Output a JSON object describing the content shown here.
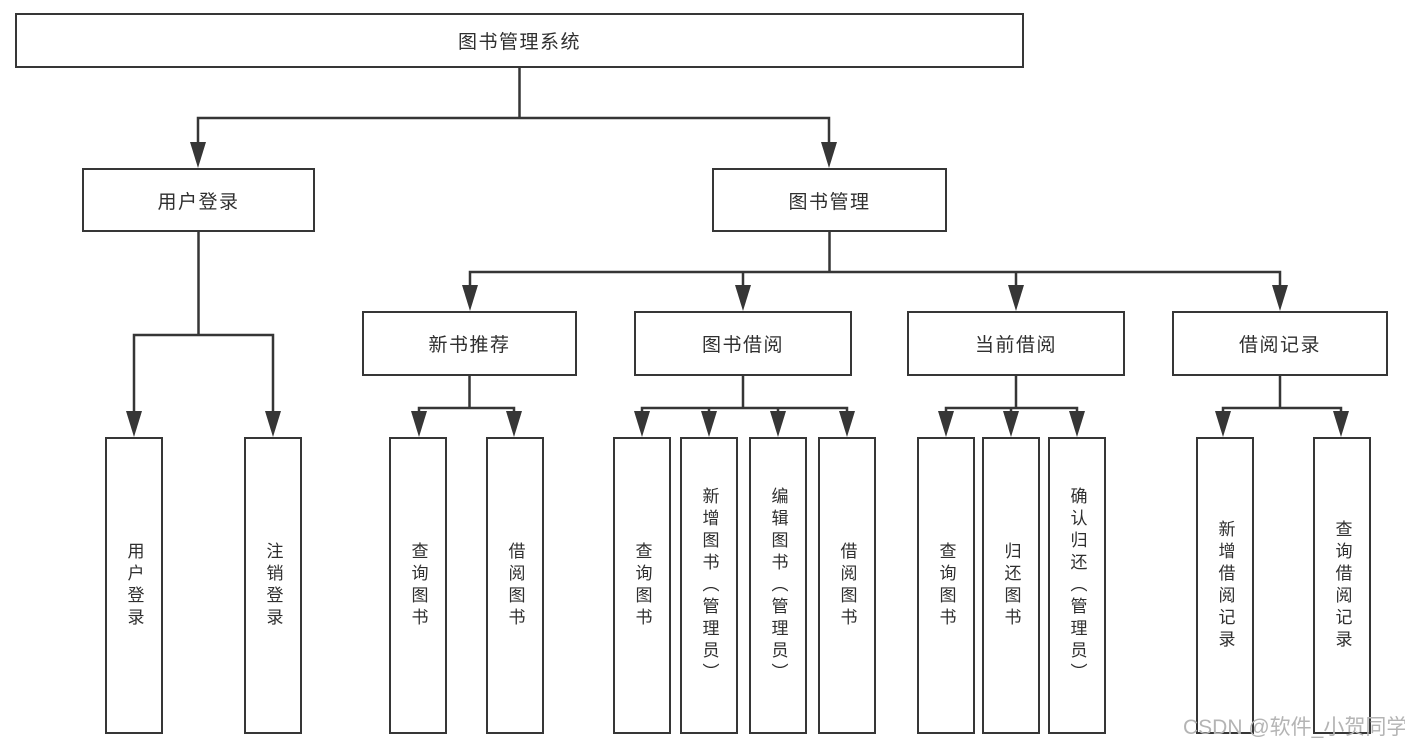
{
  "diagram": {
    "root": {
      "label": "图书管理系统"
    },
    "level2": {
      "user_login": {
        "label": "用户登录"
      },
      "book_management": {
        "label": "图书管理"
      }
    },
    "level3": {
      "new_book_recommend": {
        "label": "新书推荐"
      },
      "book_borrow": {
        "label": "图书借阅"
      },
      "current_borrow": {
        "label": "当前借阅"
      },
      "borrow_records": {
        "label": "借阅记录"
      }
    },
    "leaves": {
      "user_login": [
        "用户登录",
        "注销登录"
      ],
      "new_book_recommend": [
        "查询图书",
        "借阅图书"
      ],
      "book_borrow": [
        "查询图书",
        "新增图书（管理员）",
        "编辑图书（管理员）",
        "借阅图书"
      ],
      "current_borrow": [
        "查询图书",
        "归还图书",
        "确认归还（管理员）"
      ],
      "borrow_records": [
        "新增借阅记录",
        "查询借阅记录"
      ]
    }
  },
  "watermark": {
    "text": "CSDN @软件_小贺同学",
    "color": "#b4b4b4"
  },
  "colors": {
    "line": "#363636",
    "box_border": "#363636",
    "box_fill": "#ffffff",
    "text": "#2f2f2f",
    "background": "#ffffff"
  }
}
